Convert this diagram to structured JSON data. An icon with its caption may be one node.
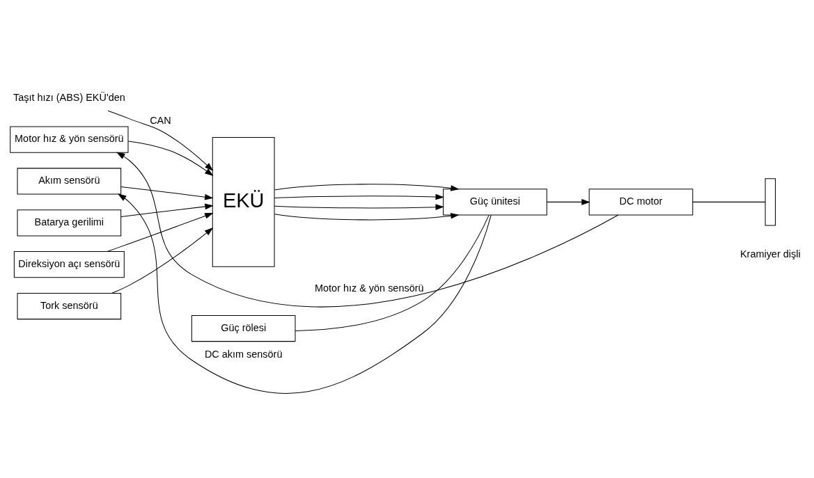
{
  "diagram": {
    "nodes": [
      {
        "text": [
          "Taşıt hızı (ABS) EKÜ'den"
        ]
      },
      {
        "text": [
          "Batarya gerilimi"
        ]
      },
      {
        "text": [
          "Direksiyon açı sensörü"
        ]
      },
      {
        "text": [
          "Tork sensörü"
        ]
      },
      {
        "text": [
          "Akım sensörü"
        ]
      },
      {
        "text": [
          "Motor hız & yön sensörü"
        ]
      },
      {
        "text": [
          "EKÜ"
        ]
      },
      {
        "text": [
          "Güç rölesi"
        ]
      },
      {
        "text": [
          "Güç ünitesi"
        ]
      },
      {
        "text": [
          "DC motor"
        ]
      },
      {
        "text": [],
        "shape": "bar",
        "beside": [
          "Kramiyer dişli"
        ]
      }
    ],
    "edges": [
      {
        "from": 0,
        "to": 6,
        "arrow": "to",
        "label": "CAN"
      },
      {
        "from": 1,
        "to": 6,
        "arrow": "to"
      },
      {
        "from": 2,
        "to": 6,
        "arrow": "to"
      },
      {
        "from": 3,
        "to": 6,
        "arrow": "to"
      },
      {
        "from": 4,
        "to": 6,
        "arrow": "to"
      },
      {
        "from": 5,
        "to": 6,
        "arrow": "to"
      },
      {
        "from": 6,
        "to": 8,
        "arrow": "to"
      },
      {
        "from": 6,
        "to": 8,
        "arrow": "to"
      },
      {
        "from": 6,
        "to": 8,
        "arrow": "to"
      },
      {
        "from": 6,
        "to": 8,
        "arrow": "to"
      },
      {
        "from": 7,
        "to": 8,
        "arrow": "none"
      },
      {
        "from": 8,
        "to": 9,
        "arrow": "to"
      },
      {
        "from": 9,
        "to": 10,
        "arrow": "none"
      },
      {
        "from": 8,
        "to": 4,
        "arrow": "to",
        "label": "DC akım sensörü"
      },
      {
        "from": 9,
        "to": 5,
        "arrow": "to",
        "label": "Motor hız & yön sensörü"
      }
    ]
  }
}
